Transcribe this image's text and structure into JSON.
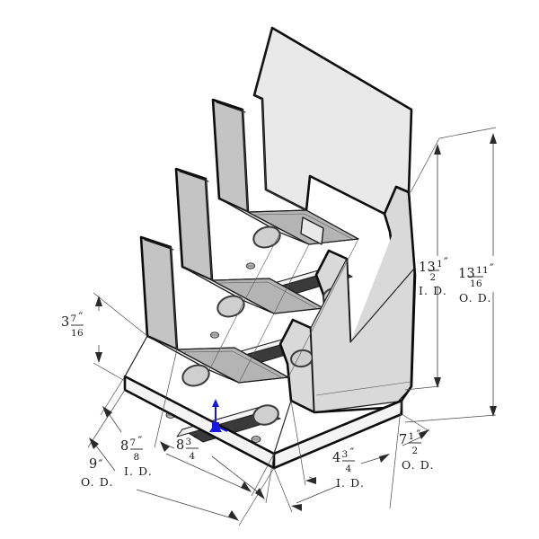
{
  "drawing": {
    "title": "Tiered Brochure Holder Isometric Dimension Drawing",
    "object_name": "three-tier-brochure-holder",
    "background_color": "#ffffff",
    "line_color": "#0d0d0d",
    "body_fill": "#d9d9d9",
    "origin_marker_color": "#1616e0",
    "pocket_count": 3
  },
  "dimensions": {
    "height_id": {
      "name": "overall-height-inside",
      "whole": "13",
      "numerator": "1",
      "denominator": "2",
      "inch": "″",
      "qualifier": "I. D."
    },
    "height_od": {
      "name": "overall-height-outside",
      "whole": "13",
      "numerator": "11",
      "denominator": "16",
      "inch": "″",
      "qualifier": "O. D."
    },
    "pocket_depth": {
      "name": "pocket-depth",
      "whole": "3",
      "numerator": "7",
      "denominator": "16",
      "inch": "″",
      "qualifier": ""
    },
    "width_od": {
      "name": "overall-width-outside",
      "whole": "9",
      "numerator": "",
      "denominator": "",
      "inch": "″",
      "qualifier": "O. D."
    },
    "width_id": {
      "name": "overall-width-inside",
      "whole": "8",
      "numerator": "7",
      "denominator": "8",
      "inch": "″",
      "qualifier": "I. D."
    },
    "width_inner_pocket": {
      "name": "inner-pocket-width",
      "whole": "8",
      "numerator": "3",
      "denominator": "4",
      "inch": "″",
      "qualifier": ""
    },
    "depth_id": {
      "name": "base-depth-inside",
      "whole": "4",
      "numerator": "3",
      "denominator": "4",
      "inch": "″",
      "qualifier": "I. D."
    },
    "depth_od": {
      "name": "base-depth-outside",
      "whole": "7",
      "numerator": "1",
      "denominator": "2",
      "inch": "″",
      "qualifier": "O. D."
    }
  }
}
